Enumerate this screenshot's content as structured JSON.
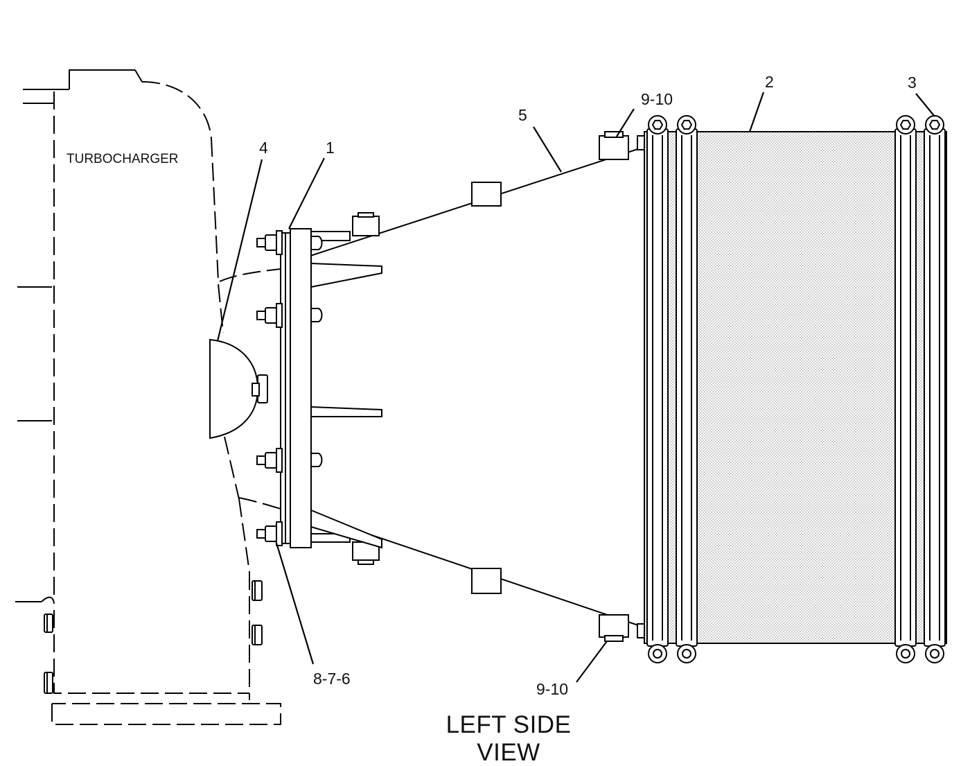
{
  "labels": {
    "turbocharger": "TURBOCHARGER",
    "title_line1": "LEFT SIDE",
    "title_line2": "VIEW"
  },
  "callouts": {
    "c1": "1",
    "c2": "2",
    "c3": "3",
    "c4": "4",
    "c5": "5",
    "c9_10_top": "9-10",
    "c9_10_bottom": "9-10",
    "c8_7_6": "8-7-6"
  },
  "colors": {
    "line": "#000000",
    "background": "#ffffff",
    "stipple": "#9a9a9a"
  }
}
